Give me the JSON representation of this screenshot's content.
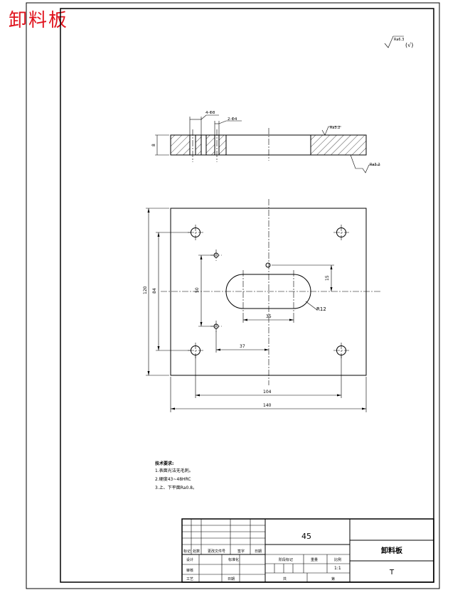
{
  "part_name_stamp": "卸料板",
  "surface_finish_note": "Ra6.3",
  "surface_finish_note_suffix": "(√)",
  "section_view": {
    "dim_holes_4": "4-Φ8",
    "dim_holes_2": "2-Φ4",
    "dim_thickness": "8",
    "roughness_top": "Ra3.2",
    "roughness_bottom": "Ra3.2"
  },
  "plan_view": {
    "dim_height_outer": "120",
    "dim_height_pitch": "84",
    "dim_pin_pitch_y": "50",
    "dim_pin_offset_x": "37",
    "dim_slot_offset_y": "15",
    "dim_slot_length": "35",
    "dim_slot_radius": "R12",
    "dim_hole_pitch_x": "104",
    "dim_width_outer": "140"
  },
  "technical_requirements": {
    "heading": "技术要求:",
    "items": [
      "1.表面光洁无毛刺。",
      "2.硬度43~48HRC",
      "3.上、下平面Ra0.8。"
    ]
  },
  "title_block": {
    "material": "45",
    "part_name": "卸料板",
    "drawing_no": "T",
    "scale": "1:1",
    "row_labels": [
      "标记",
      "处数",
      "更改文件号",
      "签字",
      "日期"
    ],
    "design_label": "设计",
    "standard_label": "标准化",
    "review_label": "审核",
    "process_label": "工艺",
    "approve_label": "日期",
    "stage_label": "阶段标记",
    "weight_label": "重量",
    "scale_label": "比例",
    "sheet_total_label": "共",
    "sheet_label": "第"
  }
}
